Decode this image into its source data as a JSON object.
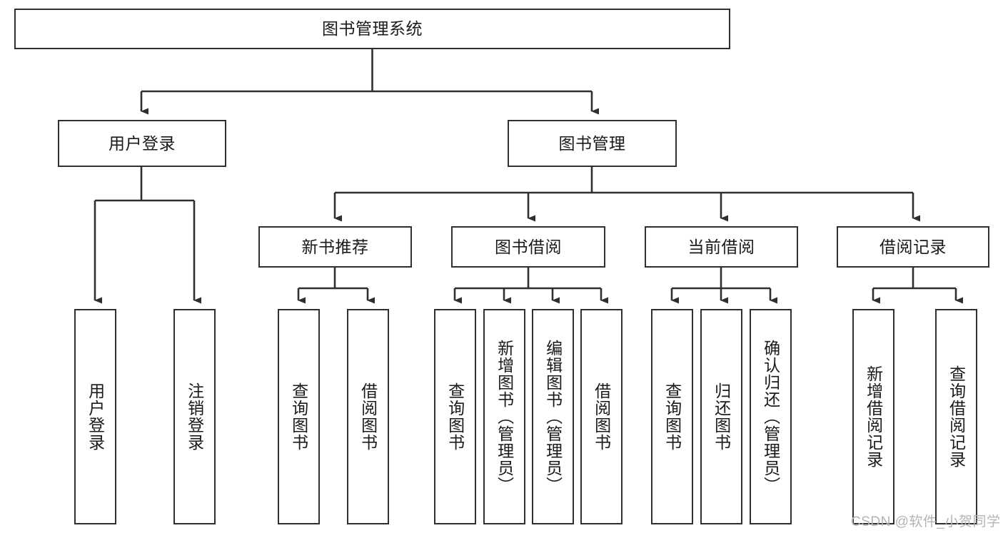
{
  "diagram": {
    "type": "hierarchy-tree",
    "title": "图书管理系统",
    "watermark": "CSDN @软件_小贺同学",
    "colors": {
      "box_border": "#2f2f2f",
      "box_fill": "#ffffff",
      "connector": "#2f2f2f",
      "text": "#1a1a1a",
      "watermark": "#b4b4b4",
      "background": "#ffffff"
    },
    "nodes": {
      "root": {
        "label": "图书管理系统"
      },
      "level2": [
        {
          "id": "user-login",
          "label": "用户登录"
        },
        {
          "id": "book-manage",
          "label": "图书管理"
        }
      ],
      "level3": [
        {
          "id": "new-book-recommend",
          "label": "新书推荐"
        },
        {
          "id": "book-borrow",
          "label": "图书借阅"
        },
        {
          "id": "current-borrow",
          "label": "当前借阅"
        },
        {
          "id": "borrow-record",
          "label": "借阅记录"
        }
      ],
      "leaves": {
        "user-login": [
          {
            "id": "leaf-user-login",
            "label": "用户登录"
          },
          {
            "id": "leaf-logout-login",
            "label": "注销登录"
          }
        ],
        "new-book-recommend": [
          {
            "id": "leaf-query-book-1",
            "label": "查询图书"
          },
          {
            "id": "leaf-borrow-book-1",
            "label": "借阅图书"
          }
        ],
        "book-borrow": [
          {
            "id": "leaf-query-book-2",
            "label": "查询图书"
          },
          {
            "id": "leaf-add-book",
            "label": "新增图书（管理员）"
          },
          {
            "id": "leaf-edit-book",
            "label": "编辑图书（管理员）"
          },
          {
            "id": "leaf-borrow-book-2",
            "label": "借阅图书"
          }
        ],
        "current-borrow": [
          {
            "id": "leaf-query-book-3",
            "label": "查询图书"
          },
          {
            "id": "leaf-return-book",
            "label": "归还图书"
          },
          {
            "id": "leaf-confirm-return",
            "label": "确认归还（管理员）"
          }
        ],
        "borrow-record": [
          {
            "id": "leaf-add-record",
            "label": "新增借阅记录"
          },
          {
            "id": "leaf-query-record",
            "label": "查询借阅记录"
          }
        ]
      }
    }
  }
}
